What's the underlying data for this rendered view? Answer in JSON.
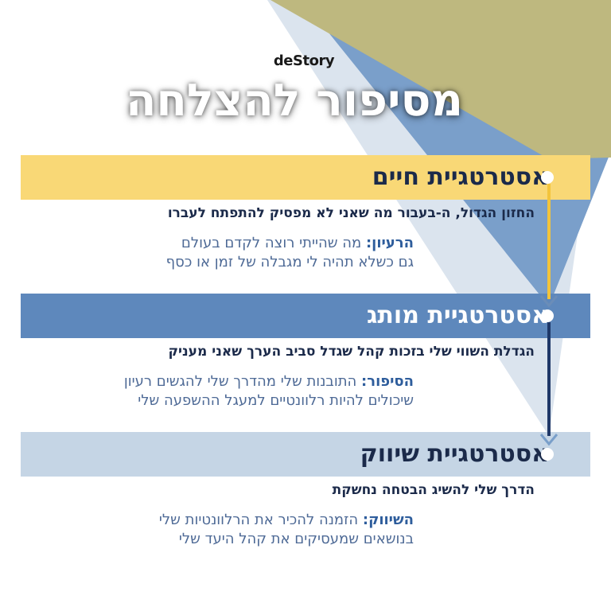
{
  "logo": {
    "text": "deStory"
  },
  "title": "מסיפור להצלחה",
  "colors": {
    "navy": "#1b2a4a",
    "yellow": "#f9d876",
    "mid_blue": "#5e88bc",
    "light_blue": "#c5d5e5",
    "olive": "#beb87f",
    "label_blue": "#2e5d9c",
    "body_text": "#4e6a96"
  },
  "sections": [
    {
      "title": "אסטרטגיית חיים",
      "subtitle": "החזון הגדול, ה-בעבור מה שאני לא מפסיק להתפתח לעברו",
      "label": "הרעיון:",
      "line1": " מה שהייתי רוצה לקדם בעולם",
      "line2": "גם כשלא תהיה לי מגבלה של זמן או כסף"
    },
    {
      "title": "אסטרטגיית מותג",
      "subtitle": "הגדלת השווי שלי בזכות קהל שגדל סביב הערך שאני מעניק",
      "label": "הסיפור:",
      "line1": " התובנות שלי מהדרך שלי להגשים רעיון",
      "line2": "שיכולים להיות רלוונטיים למעגל ההשפעה שלי"
    },
    {
      "title": "אסטרטגיית שיווק",
      "subtitle": "הדרך שלי להשיג הבטחה נחשקת",
      "label": "השיווק:",
      "line1": " הזמנה להכיר את הרלוונטיות שלי",
      "line2": "בנושאים שמעסיקים את קהל היעד שלי"
    }
  ]
}
